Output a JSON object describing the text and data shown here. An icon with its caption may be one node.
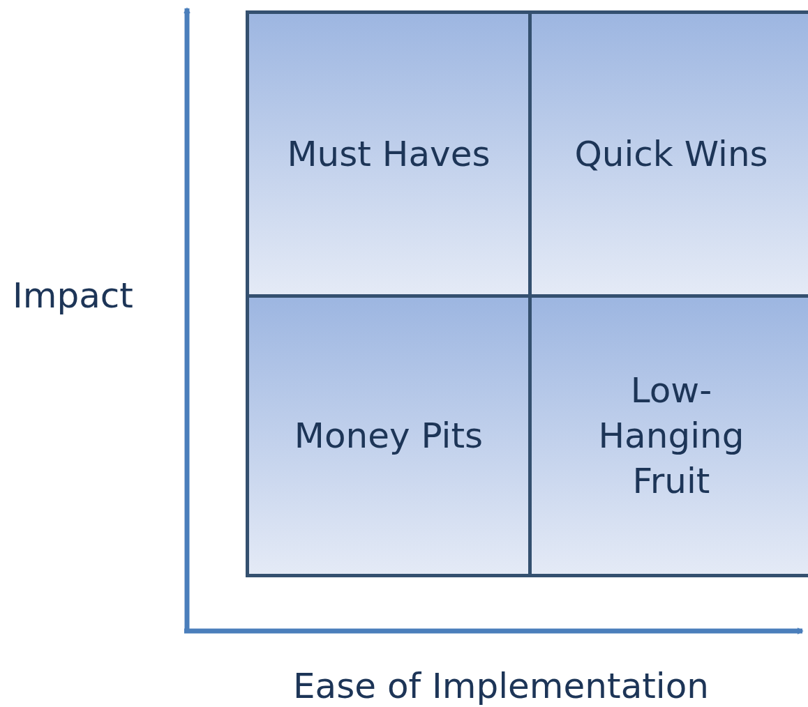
{
  "diagram": {
    "nodes": [
      {
        "text": [
          "Must Haves"
        ]
      },
      {
        "text": [
          "Quick Wins"
        ]
      },
      {
        "text": [
          "Money Pits"
        ]
      },
      {
        "text": [
          "Low-Hanging Fruit"
        ]
      }
    ],
    "edges": [],
    "labels": [
      "Impact",
      "Ease of Implementation"
    ]
  }
}
